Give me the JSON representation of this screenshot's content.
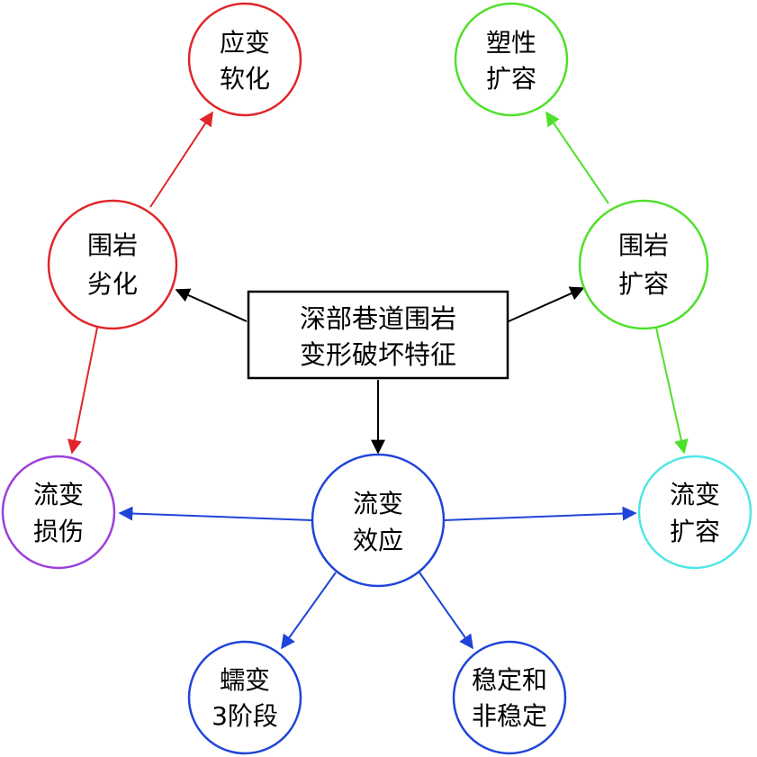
{
  "center": {
    "line1": "深部巷道围岩",
    "line2": "变形破坏特征"
  },
  "nodes": {
    "strain_softening": {
      "line1": "应变",
      "line2": "软化",
      "color": "#e0262a"
    },
    "rock_degradation": {
      "line1": "围岩",
      "line2": "劣化",
      "color": "#e0262a"
    },
    "rheological_damage": {
      "line1": "流变",
      "line2": "损伤",
      "color": "#9b3fdc"
    },
    "plastic_dilation": {
      "line1": "塑性",
      "line2": "扩容",
      "color": "#4fe02a"
    },
    "rock_dilation": {
      "line1": "围岩",
      "line2": "扩容",
      "color": "#4fe02a"
    },
    "rheological_dilation": {
      "line1": "流变",
      "line2": "扩容",
      "color": "#4fe6e6"
    },
    "rheological_effect": {
      "line1": "流变",
      "line2": "效应",
      "color": "#1f45d8"
    },
    "creep_stages": {
      "line1": "蠕变",
      "line2": "3阶段",
      "color": "#1f45d8"
    },
    "stable_unstable": {
      "line1": "稳定和",
      "line2": "非稳定",
      "color": "#1f45d8"
    }
  },
  "edge_colors": {
    "center": "#000000",
    "red": "#e0262a",
    "green": "#4fe02a",
    "blue": "#1f45d8"
  }
}
